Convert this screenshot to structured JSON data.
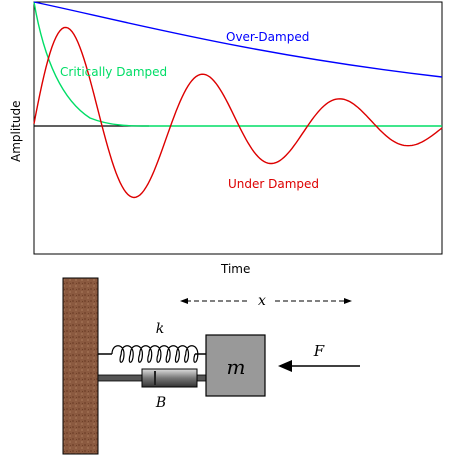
{
  "chart_data": {
    "type": "line",
    "title": "",
    "xlabel": "Time",
    "ylabel": "Amplitude",
    "grid": false,
    "legend": "inline labels",
    "series": [
      {
        "name": "Over-Damped",
        "color": "#0000ff"
      },
      {
        "name": "Critically Damped",
        "color": "#00dd66"
      },
      {
        "name": "Under Damped",
        "color": "#dd0000"
      }
    ],
    "baseline_color": "#000000"
  },
  "diagram": {
    "displacement_label": "x",
    "spring_label": "k",
    "damper_label": "B",
    "mass_label": "m",
    "force_label": "F",
    "colors": {
      "wall": "#8b5a40",
      "mass": "#999999",
      "rod": "#555555"
    }
  }
}
